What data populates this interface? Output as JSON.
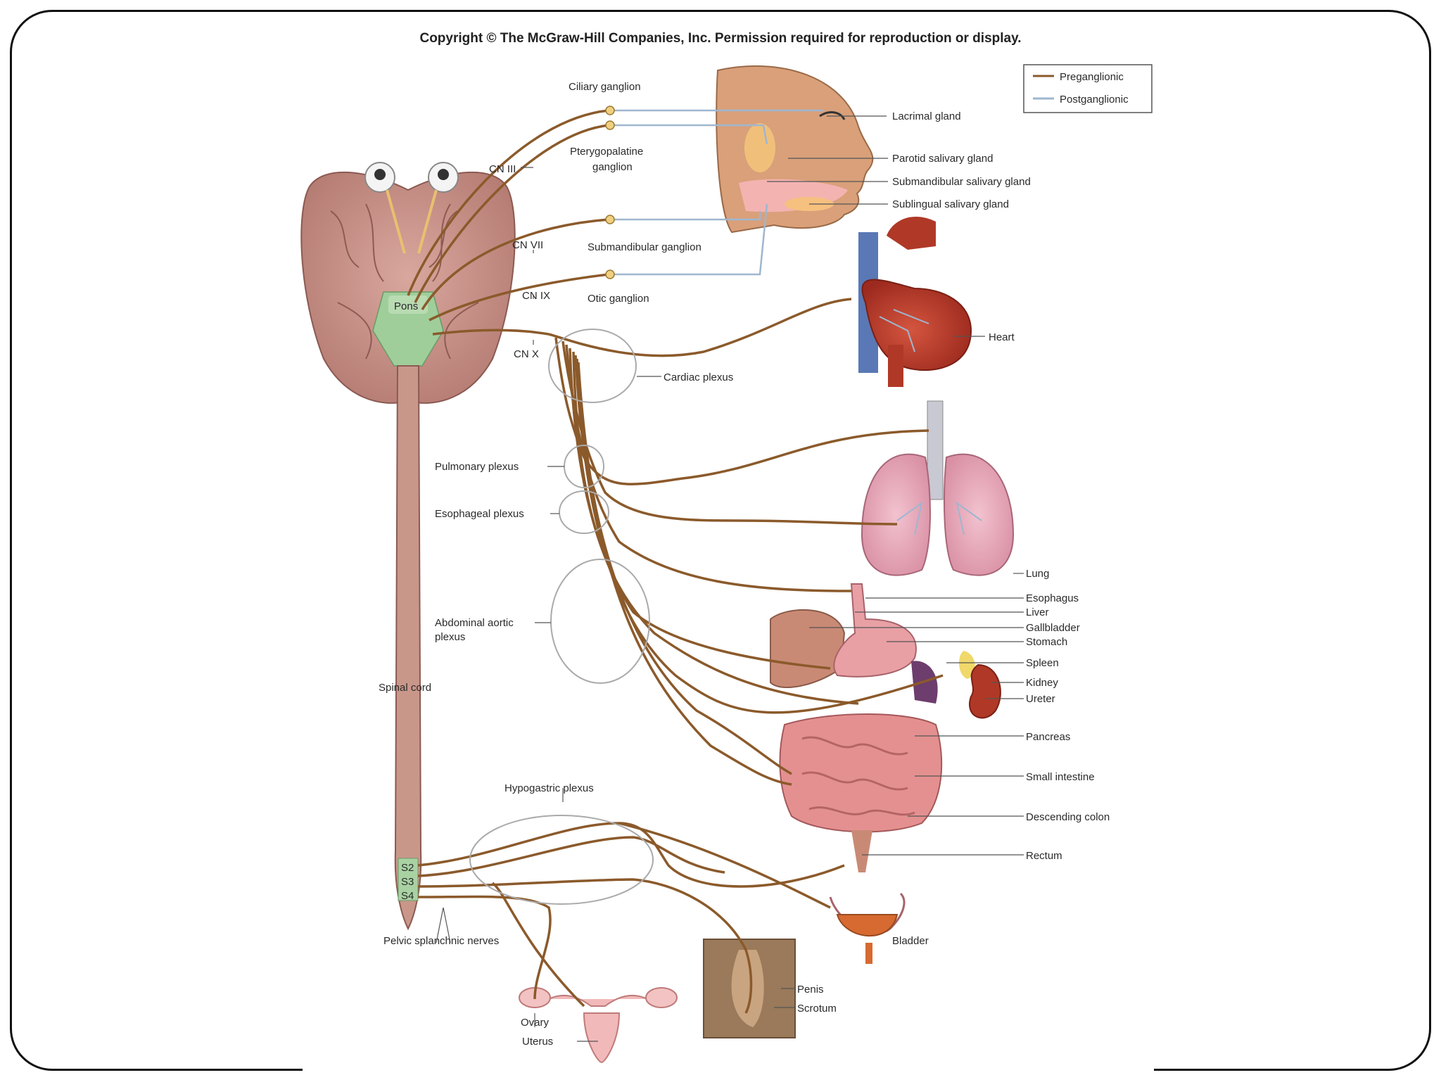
{
  "copyright": "Copyright © The McGraw-Hill Companies, Inc. Permission required for reproduction or display.",
  "legend": {
    "pre": "Preganglionic",
    "post": "Postganglionic",
    "pre_color": "#8b5a2b",
    "post_color": "#9fb6cf"
  },
  "colors": {
    "nerve": "#8b5a2b",
    "post": "#9fb6cf",
    "brain": "#c98f86",
    "cord": "#c9978a",
    "pons": "#9fce9a"
  },
  "labels": {
    "ciliary": "Ciliary ganglion",
    "ptery1": "Pterygopalatine",
    "ptery2": "ganglion",
    "cn3": "CN III",
    "cn7": "CN VII",
    "cn9": "CN IX",
    "cn10": "CN X",
    "pons": "Pons",
    "submand_gang": "Submandibular ganglion",
    "otic": "Otic ganglion",
    "lacrimal": "Lacrimal gland",
    "parotid": "Parotid salivary gland",
    "submand_gland": "Submandibular salivary gland",
    "sublingual": "Sublingual salivary gland",
    "heart": "Heart",
    "cardiac": "Cardiac plexus",
    "pulmonary": "Pulmonary plexus",
    "esophageal_plexus": "Esophageal plexus",
    "abdominal1": "Abdominal aortic",
    "abdominal2": "plexus",
    "spinal": "Spinal cord",
    "lung": "Lung",
    "esophagus": "Esophagus",
    "liver": "Liver",
    "gallbladder": "Gallbladder",
    "stomach": "Stomach",
    "spleen": "Spleen",
    "kidney": "Kidney",
    "ureter": "Ureter",
    "pancreas": "Pancreas",
    "small_int": "Small intestine",
    "desc_colon": "Descending colon",
    "rectum": "Rectum",
    "hypogastric": "Hypogastric plexus",
    "s2": "S2",
    "s3": "S3",
    "s4": "S4",
    "pelvic": "Pelvic splanchnic nerves",
    "bladder": "Bladder",
    "penis": "Penis",
    "scrotum": "Scrotum",
    "ovary": "Ovary",
    "uterus": "Uterus"
  }
}
